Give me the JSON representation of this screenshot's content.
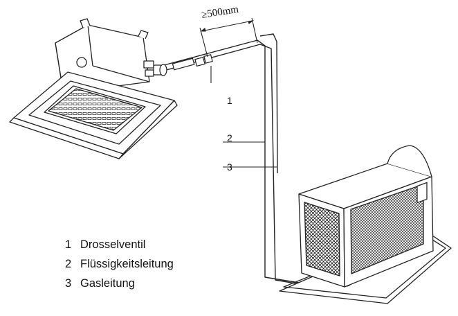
{
  "dimension": {
    "label": "≥500mm"
  },
  "callouts": [
    {
      "number": "1"
    },
    {
      "number": "2"
    },
    {
      "number": "3"
    }
  ],
  "legend": [
    {
      "number": "1",
      "label": "Drosselventil"
    },
    {
      "number": "2",
      "label": "Flüssigkeitsleitung"
    },
    {
      "number": "3",
      "label": "Gasleitung"
    }
  ],
  "colors": {
    "line": "#222222",
    "background": "#ffffff"
  }
}
